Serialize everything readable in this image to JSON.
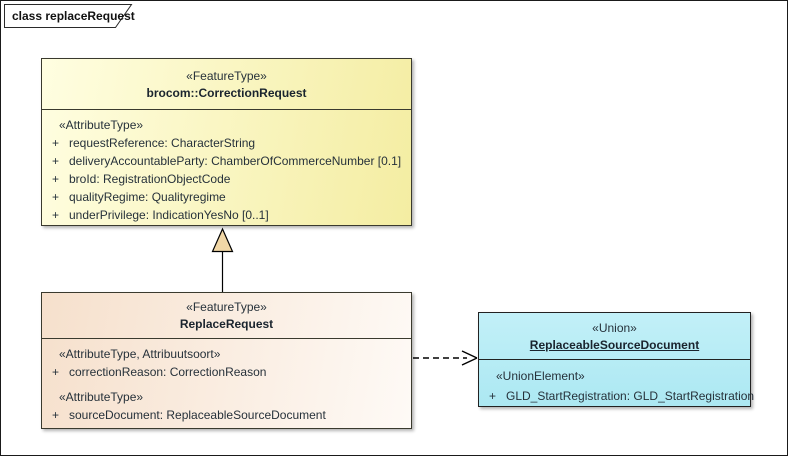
{
  "frame": {
    "label": "class replaceRequest"
  },
  "colors": {
    "correction_request_fill_start": "#fffee1",
    "correction_request_fill_end": "#f4eda2",
    "replace_request_fill_start": "#f6e0cc",
    "replace_request_fill_end": "#fefaf6",
    "union_fill": "#b6ebf4",
    "generalization_arrowhead_fill": "#f1d7a6",
    "border": "#3a3a2e",
    "background": "#ffffff"
  },
  "classes": {
    "correction_request": {
      "stereotype": "«FeatureType»",
      "name": "brocom::CorrectionRequest",
      "groups": [
        {
          "label": "«AttributeType»",
          "attributes": [
            {
              "vis": "+",
              "text": "requestReference: CharacterString"
            },
            {
              "vis": "+",
              "text": "deliveryAccountableParty: ChamberOfCommerceNumber [0.1]"
            },
            {
              "vis": "+",
              "text": "broId: RegistrationObjectCode"
            },
            {
              "vis": "+",
              "text": "qualityRegime: Qualityregime"
            },
            {
              "vis": "+",
              "text": "underPrivilege: IndicationYesNo [0..1]"
            }
          ]
        }
      ]
    },
    "replace_request": {
      "stereotype": "«FeatureType»",
      "name": "ReplaceRequest",
      "groups": [
        {
          "label": "«AttributeType, Attribuutsoort»",
          "attributes": [
            {
              "vis": "+",
              "text": "correctionReason: CorrectionReason"
            }
          ]
        },
        {
          "label": "«AttributeType»",
          "attributes": [
            {
              "vis": "+",
              "text": "sourceDocument: ReplaceableSourceDocument"
            }
          ]
        }
      ]
    },
    "replaceable_source_document": {
      "stereotype": "«Union»",
      "name": "ReplaceableSourceDocument",
      "groups": [
        {
          "label": "«UnionElement»",
          "attributes": [
            {
              "vis": "+",
              "text": "GLD_StartRegistration: GLD_StartRegistration"
            }
          ]
        }
      ]
    }
  },
  "connectors": {
    "generalization": {
      "type": "generalization",
      "from": "ReplaceRequest",
      "to": "brocom::CorrectionRequest"
    },
    "dependency": {
      "type": "dependency",
      "from": "ReplaceRequest",
      "to": "ReplaceableSourceDocument"
    }
  }
}
